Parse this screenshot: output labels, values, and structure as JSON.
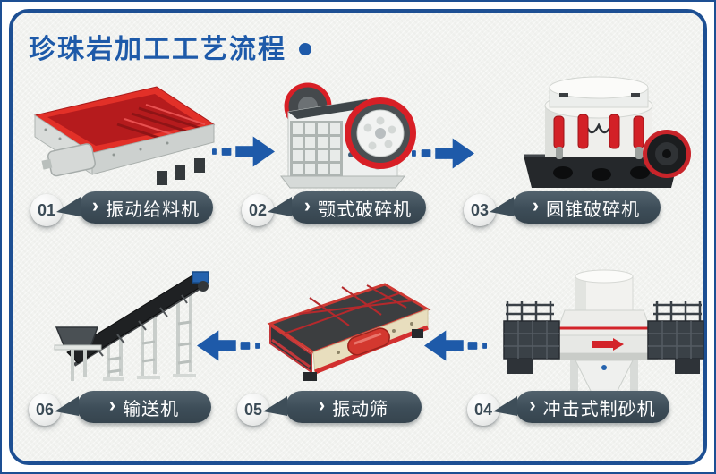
{
  "page": {
    "title": "珍珠岩加工工艺流程",
    "colors": {
      "accent": "#1e5aa9",
      "frame": "#1d4f93",
      "bg": "#f2f3f0",
      "badge": "#3e4e59",
      "machine_red": "#d6262a"
    }
  },
  "icons": {
    "chevron": "›",
    "title_dot": "circle",
    "flow_arrow": "dashed-arrow"
  },
  "steps": [
    {
      "number": "01",
      "label": "振动给料机"
    },
    {
      "number": "02",
      "label": "颚式破碎机"
    },
    {
      "number": "03",
      "label": "圆锥破碎机"
    },
    {
      "number": "04",
      "label": "冲击式制砂机"
    },
    {
      "number": "05",
      "label": "振动筛"
    },
    {
      "number": "06",
      "label": "输送机"
    }
  ],
  "flow": {
    "top_row_direction": "right",
    "bottom_row_direction": "left",
    "order": [
      "01",
      "02",
      "03",
      "04",
      "05",
      "06"
    ]
  }
}
